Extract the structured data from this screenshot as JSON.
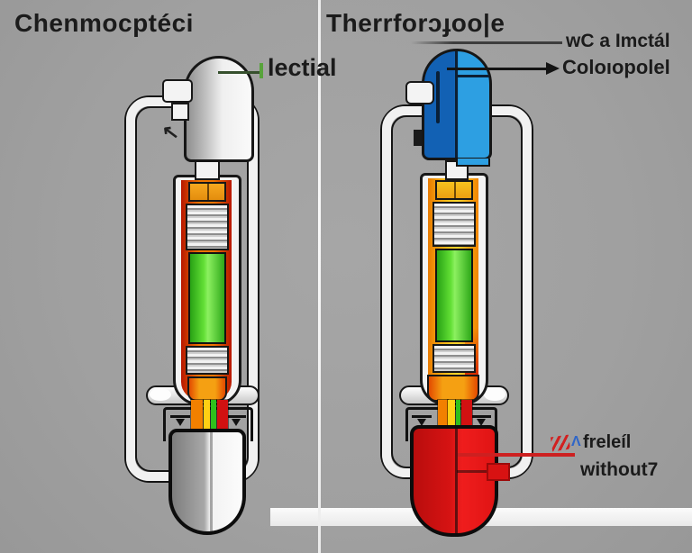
{
  "left_panel": {
    "title": "Chenmocptéci",
    "capsule_label": "lectial",
    "marking_glyph": "↖"
  },
  "right_panel": {
    "title": "Therrforɔɟoo|e",
    "metal_label": "wC a Imctál",
    "coil_label": "Coloıopolel",
    "relief_mark": "Λ",
    "relief_label": "freleíl",
    "without_label": "without7"
  },
  "colors": {
    "background": "#a2a2a2",
    "divider": "#f4f4f4",
    "outline": "#151515",
    "pipe_fill": "#f1f1f1",
    "capsule_blue_dark": "#1261b4",
    "capsule_blue_light": "#2d9fe2",
    "bulb_red": "#d61313",
    "bulb_gray": "#9a9a9a",
    "cylinder_green": "#3fcb22",
    "sleeve_orange": "#ef7500",
    "sleeve_red": "#b81700",
    "sleeve_amber": "#ffc41c",
    "cap_orange": "#f0a01c",
    "wire_orange": "#f28000",
    "wire_yellow": "#ffd014",
    "wire_green": "#2fc01c",
    "wire_red": "#d21111",
    "leader_green": "#57a33b",
    "leader_red": "#cd2020",
    "text": "#1a1a1a"
  }
}
